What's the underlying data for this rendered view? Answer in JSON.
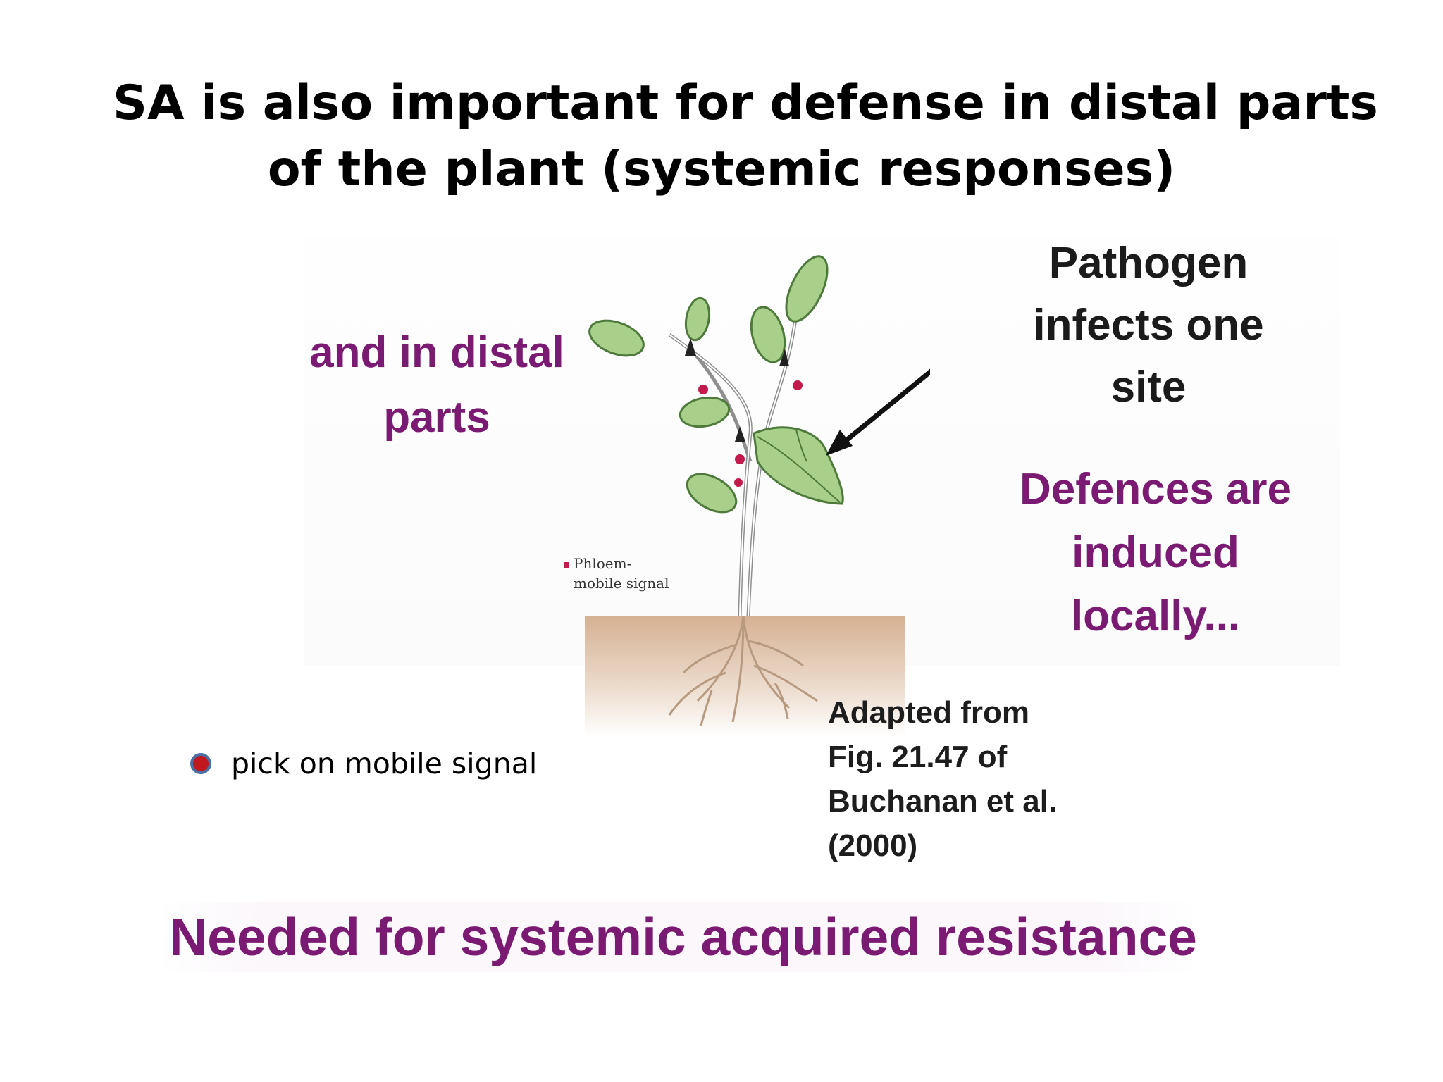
{
  "slide": {
    "title_line1": "SA is also important for defense in distal parts",
    "title_line2": "of the plant (systemic responses)"
  },
  "figure": {
    "distal_line1": "and in distal",
    "distal_line2": "parts",
    "pathogen_line1": "Pathogen",
    "pathogen_line2": "infects one",
    "pathogen_line3": "site",
    "defences_line1": "Defences are",
    "defences_line2": "induced",
    "defences_line3": "locally...",
    "legend_line1": "Phloem-",
    "legend_line2": "mobile signal",
    "source_line1": "Adapted from",
    "source_line2": "Fig. 21.47 of",
    "source_line3": "Buchanan et al.",
    "source_line4": "(2000)",
    "caption": "Needed for systemic acquired resistance"
  },
  "bullet": {
    "text": "pick on mobile signal"
  },
  "colors": {
    "label_purple": "#7a1a72",
    "signal_red": "#c21a4b",
    "leaf_green": "#a8d08a",
    "soil": "#d9b99c"
  }
}
